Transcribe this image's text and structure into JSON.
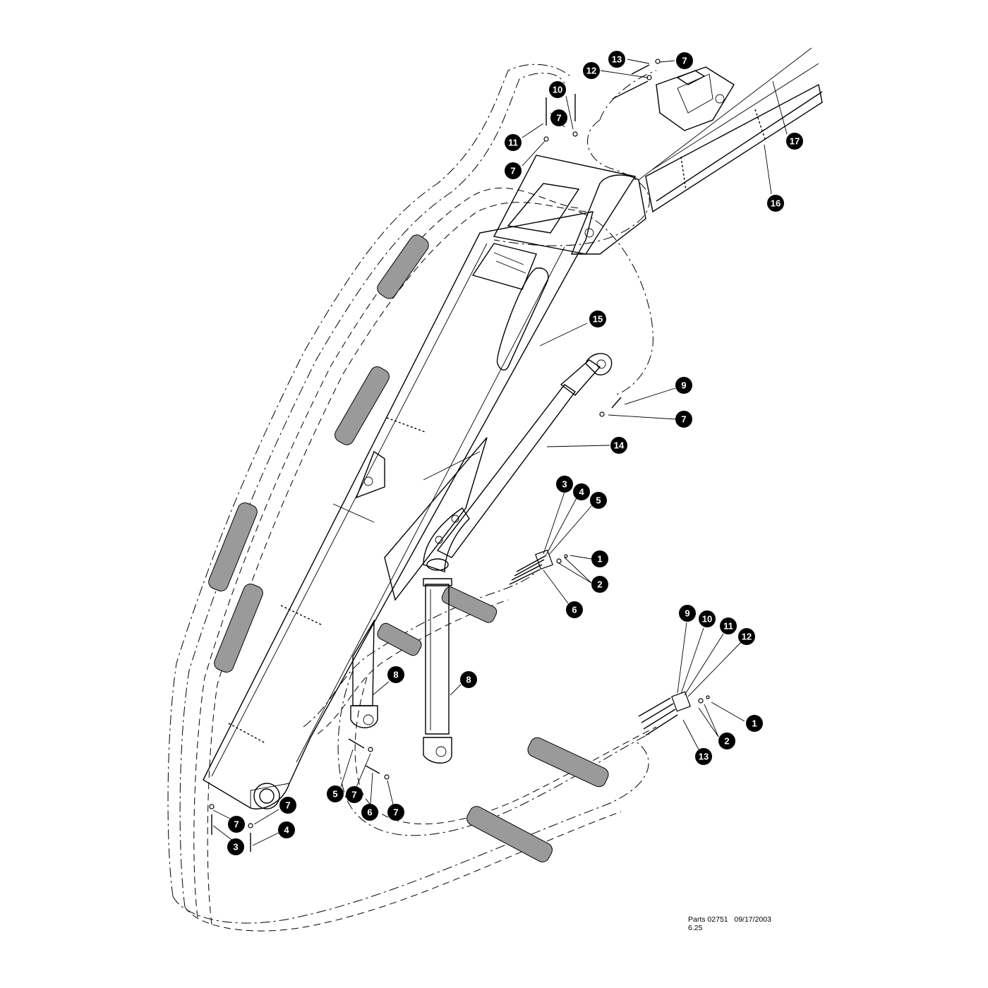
{
  "footer": {
    "line1": "Parts 02751   09/17/2003",
    "line2": "6.25"
  },
  "callouts": [
    {
      "id": "c13a",
      "label": "13"
    },
    {
      "id": "c7a",
      "label": "7"
    },
    {
      "id": "c12a",
      "label": "12"
    },
    {
      "id": "c10a",
      "label": "10"
    },
    {
      "id": "c7b",
      "label": "7"
    },
    {
      "id": "c11a",
      "label": "11"
    },
    {
      "id": "c7c",
      "label": "7"
    },
    {
      "id": "c17",
      "label": "17"
    },
    {
      "id": "c16",
      "label": "16"
    },
    {
      "id": "c15",
      "label": "15"
    },
    {
      "id": "c9a",
      "label": "9"
    },
    {
      "id": "c7d",
      "label": "7"
    },
    {
      "id": "c14",
      "label": "14"
    },
    {
      "id": "c3a",
      "label": "3"
    },
    {
      "id": "c4a",
      "label": "4"
    },
    {
      "id": "c5a",
      "label": "5"
    },
    {
      "id": "c1a",
      "label": "1"
    },
    {
      "id": "c2a",
      "label": "2"
    },
    {
      "id": "c6a",
      "label": "6"
    },
    {
      "id": "c9b",
      "label": "9"
    },
    {
      "id": "c10b",
      "label": "10"
    },
    {
      "id": "c11b",
      "label": "11"
    },
    {
      "id": "c12b",
      "label": "12"
    },
    {
      "id": "c8a",
      "label": "8"
    },
    {
      "id": "c8b",
      "label": "8"
    },
    {
      "id": "c1b",
      "label": "1"
    },
    {
      "id": "c2b",
      "label": "2"
    },
    {
      "id": "c13b",
      "label": "13"
    },
    {
      "id": "c5b",
      "label": "5"
    },
    {
      "id": "c7e",
      "label": "7"
    },
    {
      "id": "c6b",
      "label": "6"
    },
    {
      "id": "c7f",
      "label": "7"
    },
    {
      "id": "c7g",
      "label": "7"
    },
    {
      "id": "c7h",
      "label": "7"
    },
    {
      "id": "c3b",
      "label": "3"
    },
    {
      "id": "c4b",
      "label": "4"
    }
  ]
}
